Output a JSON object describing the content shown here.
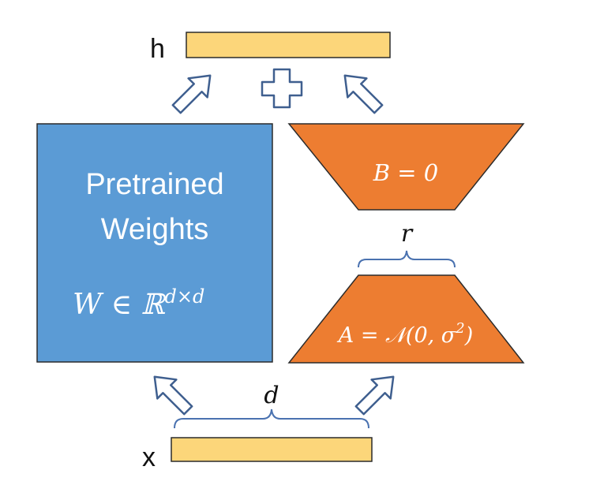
{
  "output": {
    "label": "h"
  },
  "input": {
    "label": "x"
  },
  "plus_icon": "plus-icon",
  "arrow_icon": "outline-arrow-icon",
  "pretrained": {
    "line1": "Pretrained",
    "line2": "Weights",
    "math_main": "W ∈ ℝ",
    "math_sup": "d×d"
  },
  "lora_b": {
    "label": "B = 0"
  },
  "lora_a": {
    "label_main": "A = 𝒩(0, σ",
    "label_sup": "2",
    "label_tail": ")"
  },
  "dims": {
    "rank": "r",
    "width": "d"
  },
  "colors": {
    "bar_fill": "#FCD67A",
    "bar_stroke": "#2b2b2b",
    "pretrained_fill": "#5B9BD5",
    "pretrained_stroke": "#2b2b2b",
    "lora_fill": "#ED7D31",
    "lora_stroke": "#2b2b2b",
    "arrow_stroke": "#3f5f8f",
    "brace_stroke": "#4a72b0",
    "white_text": "#ffffff",
    "dark_text": "#111111"
  }
}
